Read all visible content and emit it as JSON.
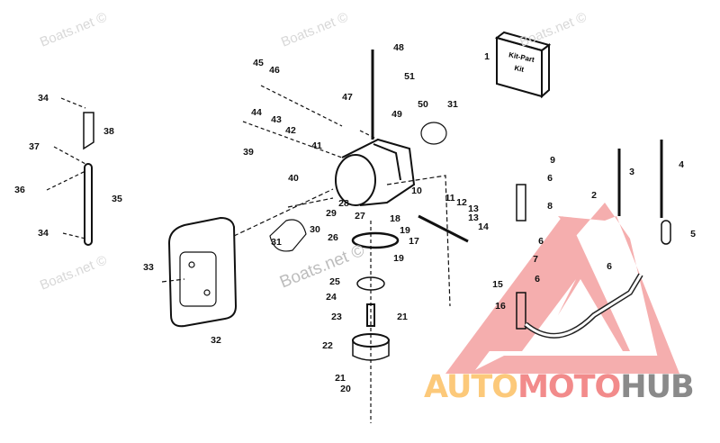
{
  "diagram": {
    "watermark": "Boats.net ©",
    "kit_label_line1": "Kit-Part",
    "kit_label_line2": "Kit",
    "callouts": [
      "48",
      "51",
      "1",
      "45",
      "46",
      "47",
      "49",
      "50",
      "31",
      "44",
      "43",
      "42",
      "41",
      "39",
      "34",
      "38",
      "37",
      "36",
      "35",
      "40",
      "9",
      "6",
      "10",
      "8",
      "11",
      "12",
      "13",
      "13",
      "14",
      "2",
      "3",
      "4",
      "5",
      "28",
      "29",
      "27",
      "18",
      "19",
      "30",
      "31",
      "26",
      "17",
      "6",
      "7",
      "19",
      "6",
      "6",
      "15",
      "33",
      "25",
      "24",
      "16",
      "23",
      "21",
      "22",
      "32",
      "21",
      "20",
      "34"
    ]
  },
  "logo": {
    "part1": "AUTO",
    "part2": "MOTO",
    "part3": "HUB",
    "color1": "#fcc97a",
    "color2": "#f28b8b",
    "color3": "#8a8a8a",
    "triangle_color": "#f4a0a0"
  }
}
